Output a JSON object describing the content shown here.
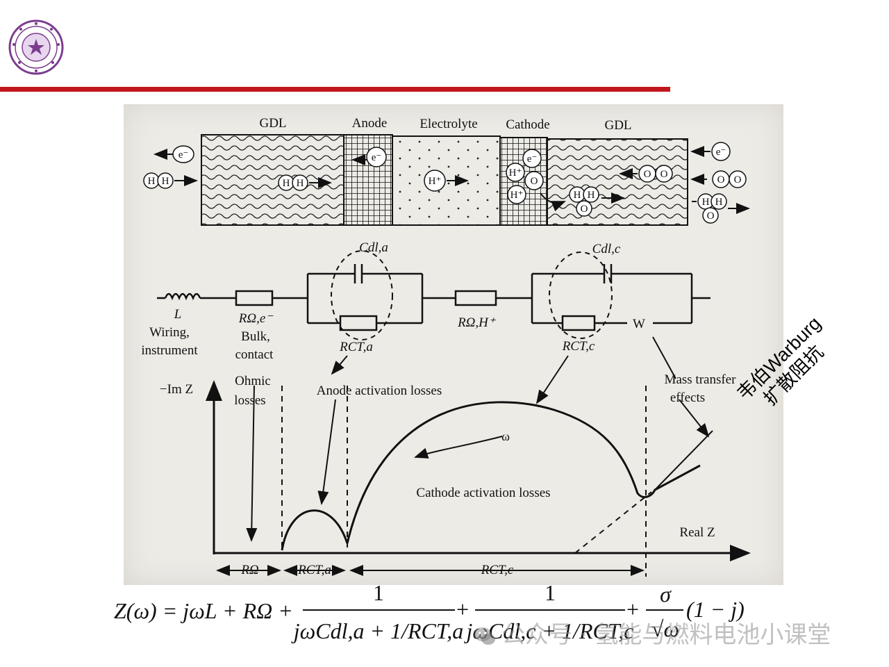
{
  "logo": {
    "icon": "university-seal-icon",
    "color": "#7b3c8d"
  },
  "header": {
    "rule_color": "#c0161c"
  },
  "cell_diagram": {
    "layers": [
      "GDL",
      "Anode",
      "Electrolyte",
      "Cathode",
      "GDL"
    ],
    "species": {
      "electron": "e⁻",
      "proton": "H⁺",
      "hydrogen": "H",
      "oxygen": "O"
    }
  },
  "circuit": {
    "inductor_label": "L",
    "inductor_desc_1": "Wiring,",
    "inductor_desc_2": "instrument",
    "bulk_resistor_label": "RΩ,e⁻",
    "bulk_desc_1": "Bulk,",
    "bulk_desc_2": "contact",
    "anode_capacitor": "Cdl,a",
    "anode_resistor": "RCT,a",
    "membrane_resistor": "RΩ,H⁺",
    "cathode_capacitor": "Cdl,c",
    "cathode_resistor": "RCT,c",
    "warburg_element": "W"
  },
  "nyquist": {
    "y_axis_label": "−Im Z",
    "x_axis_label": "Real Z",
    "ohmic_label_1": "Ohmic",
    "ohmic_label_2": "losses",
    "anode_label": "Anode activation losses",
    "cathode_label": "Cathode activation losses",
    "omega_label": "ω",
    "mass_transfer_1": "Mass transfer",
    "mass_transfer_2": "effects",
    "segment_1": "RΩ",
    "segment_2": "RCT,a",
    "segment_3": "RCT,c"
  },
  "annotation": {
    "line_1": "韦伯Warburg",
    "line_2": "扩散阻抗"
  },
  "formula": {
    "lhs": "Z(ω) = jωL + RΩ +",
    "frac1_num": "1",
    "frac1_den": "jωCdl,a + 1/RCT,a",
    "plus": "+",
    "frac2_num": "1",
    "frac2_den": "jωCdl,c + 1/RCT,c",
    "frac3_num": "σ",
    "frac3_den": "√ω",
    "tail": "(1 − j)"
  },
  "watermark": {
    "text": "公众号 · 氢能与燃料电池小课堂",
    "icon": "wechat-icon"
  }
}
